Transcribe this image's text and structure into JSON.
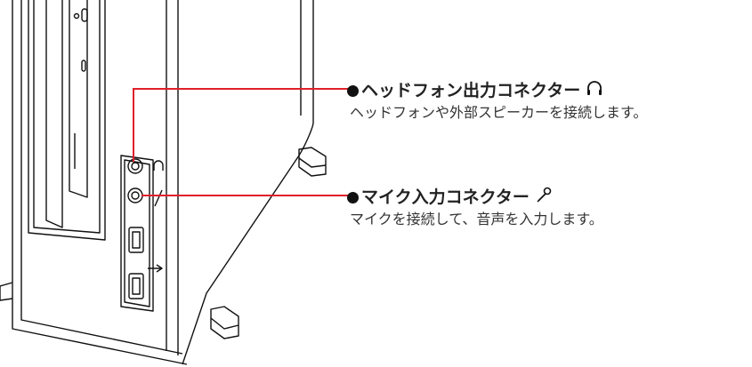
{
  "callouts": {
    "headphone": {
      "title": "ヘッドフォン出力コネクター",
      "description": "ヘッドフォンや外部スピーカーを接続します。",
      "icon": "headphone-icon"
    },
    "mic": {
      "title": "マイク入力コネクター",
      "description": "マイクを接続して、音声を入力します。",
      "icon": "microphone-icon"
    }
  },
  "colors": {
    "leader_line": "#e0202a",
    "outline": "#111111",
    "text": "#222222"
  }
}
